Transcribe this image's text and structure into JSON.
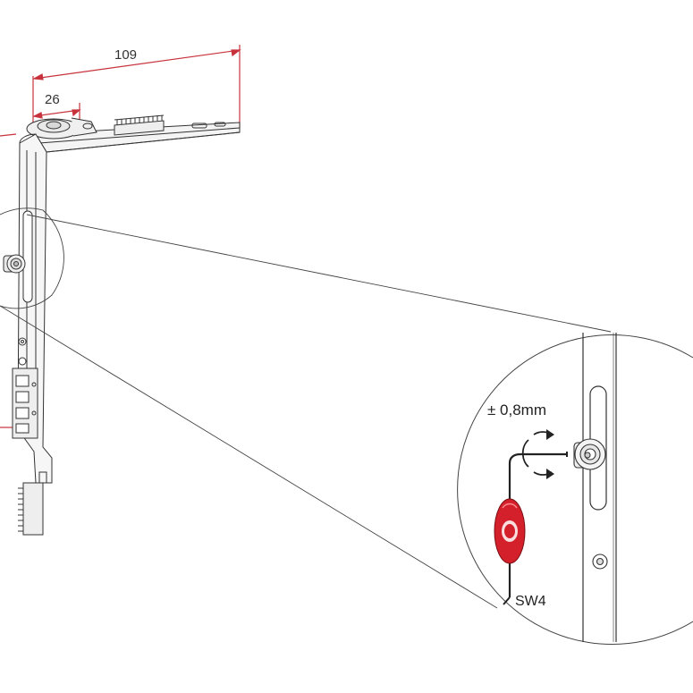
{
  "dimensions": {
    "overall_length": "109",
    "offset": "26"
  },
  "detail": {
    "adjustment": "± 0,8mm",
    "tool": "SW4"
  },
  "colors": {
    "dimension_line": "#c8323c",
    "outline": "#333333",
    "handle": "#d3202a",
    "background": "#ffffff"
  },
  "icons": {
    "rotation": "rotate-arrows-icon",
    "screw": "adjustment-screw-icon",
    "tool": "hex-key-icon"
  }
}
